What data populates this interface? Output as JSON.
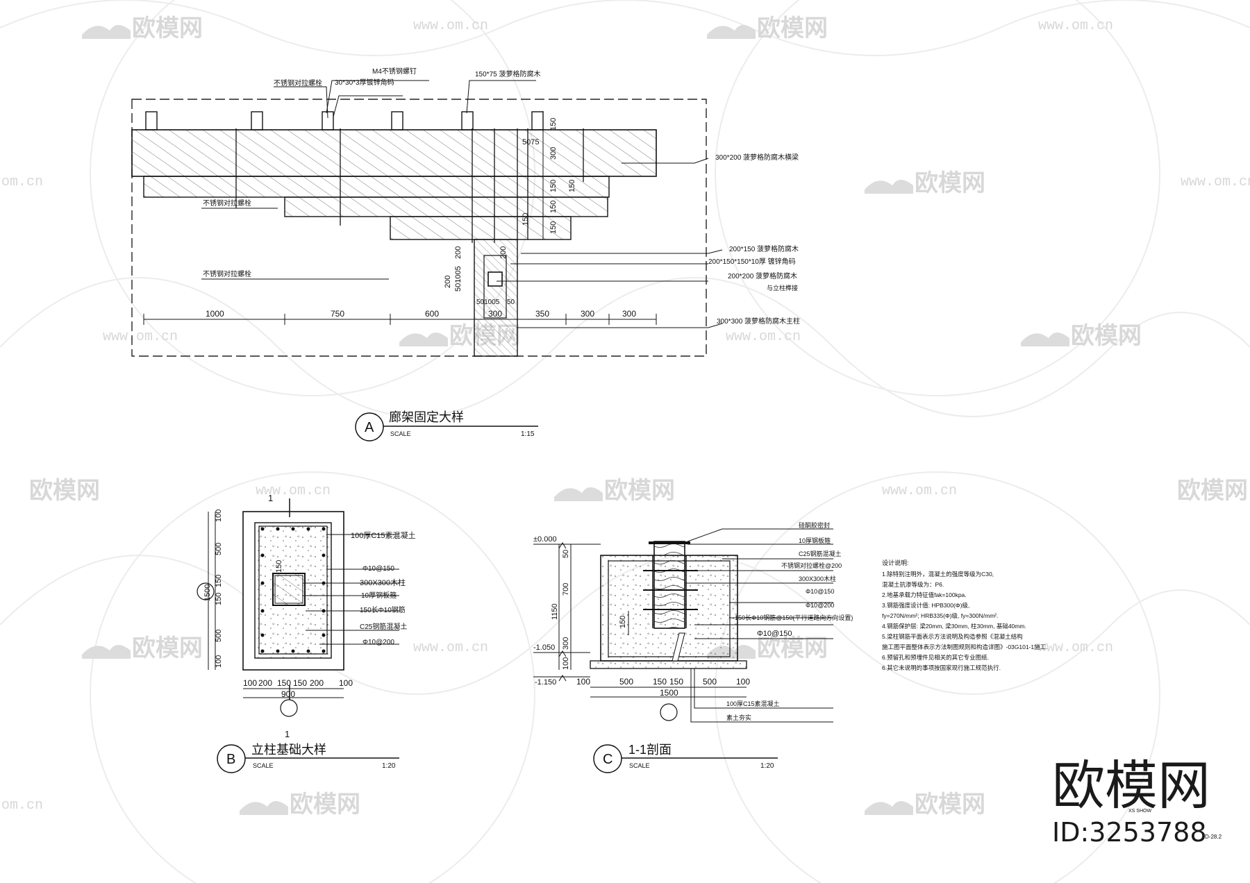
{
  "watermark": {
    "text": "欧模网",
    "url": "www.om.cn",
    "url_partial": "om.cn"
  },
  "detail_a": {
    "labels": {
      "bolt_top": "不锈钢对拉螺栓",
      "m4_nail": "M4不锈钢螺钉",
      "angle_code": "30*30*3厚镀锌角码",
      "timber_150x75": "150*75  菠萝格防腐木",
      "beam_300x200": "300*200  菠萝格防腐木横梁",
      "bolt_mid": "不锈钢对拉螺栓",
      "bolt_low": "不锈钢对拉螺栓",
      "timber_200x150": "200*150  菠萝格防腐木",
      "angle_plate": "200*150*150*10厚  镀锌角码",
      "timber_200x200": "200*200  菠萝格防腐木",
      "column_note": "与立柱榫接",
      "column_300": "300*300  菠萝格防腐木主柱"
    },
    "dims_bottom": [
      "1000",
      "750",
      "600",
      "300",
      "350",
      "300",
      "300"
    ],
    "dims_vertical": [
      "150",
      "300",
      "150",
      "150",
      "150",
      "150",
      "150"
    ],
    "small_dims": [
      "5075",
      "200",
      "200",
      "200",
      "501005",
      "501005",
      "50"
    ],
    "title": {
      "letter": "A",
      "name": "廊架固定大样",
      "scale_label": "SCALE",
      "scale": "1:15"
    }
  },
  "detail_b": {
    "labels": [
      "100厚C15素混凝土",
      "Φ10@150",
      "300X300木柱",
      "10厚钢板箍",
      "150长Φ10钢筋",
      "C25钢筋混凝土",
      "Φ10@200"
    ],
    "section_mark": "1",
    "dims_left": [
      "100",
      "500",
      "150",
      "150",
      "500",
      "100"
    ],
    "dim_total_left": "1500",
    "dim_inner": "150",
    "dims_bottom": [
      "100",
      "200",
      "150",
      "150",
      "200",
      "100"
    ],
    "dim_total_bottom": "900",
    "title": {
      "letter": "B",
      "name": "立柱基础大样",
      "scale_label": "SCALE",
      "scale": "1:20"
    }
  },
  "detail_c": {
    "labels": [
      "硅酮胶密封",
      "10厚钢板箍",
      "C25钢筋混凝土",
      "不锈钢对拉螺栓@200",
      "300X300木柱",
      "Φ10@150",
      "Φ10@200",
      "150长Φ10钢筋@150(平行道路向方向设置)",
      "Φ10@150"
    ],
    "bottom_labels": [
      "100厚C15素混凝土",
      "素土夯实"
    ],
    "levels": [
      "±0.000",
      "-1.050",
      "-1.150"
    ],
    "dims_left": [
      "50",
      "700",
      "1150",
      "300",
      "100"
    ],
    "dim_inner": "150",
    "dims_bottom": [
      "100",
      "500",
      "150",
      "150",
      "500",
      "100"
    ],
    "dim_total": "1500",
    "title": {
      "letter": "C",
      "name": "1-1剖面",
      "scale_label": "SCALE",
      "scale": "1:20"
    }
  },
  "notes": {
    "heading": "设计说明:",
    "lines": [
      "1.除特别注明外，混凝土的强度等级为C30,",
      "混凝土抗渗等级为：P6.",
      "2.地基承载力特征值fak=100kpa.",
      "3.钢筋强度设计值: HPB300(Φ)级,",
      "fy=270N/mm²; HRB335(Φ)级, fy=300N/mm².",
      "4.钢筋保护层: 梁20mm, 梁30mm, 柱30mm, 基础40mm.",
      "5.梁柱钢筋平面表示方法说明及构造参照《混凝土结构",
      "施工图平面整体表示方法制图规则和构造详图》-03G101-1施工.",
      "6.预留孔和预埋件见相关的其它专业图纸.",
      "6.其它未说明的事项按国家现行施工规范执行."
    ]
  },
  "brand": {
    "logo": "欧模网",
    "id": "ID:3253788",
    "tag": "XS SHOW",
    "sheet_no": "D-28.2"
  }
}
